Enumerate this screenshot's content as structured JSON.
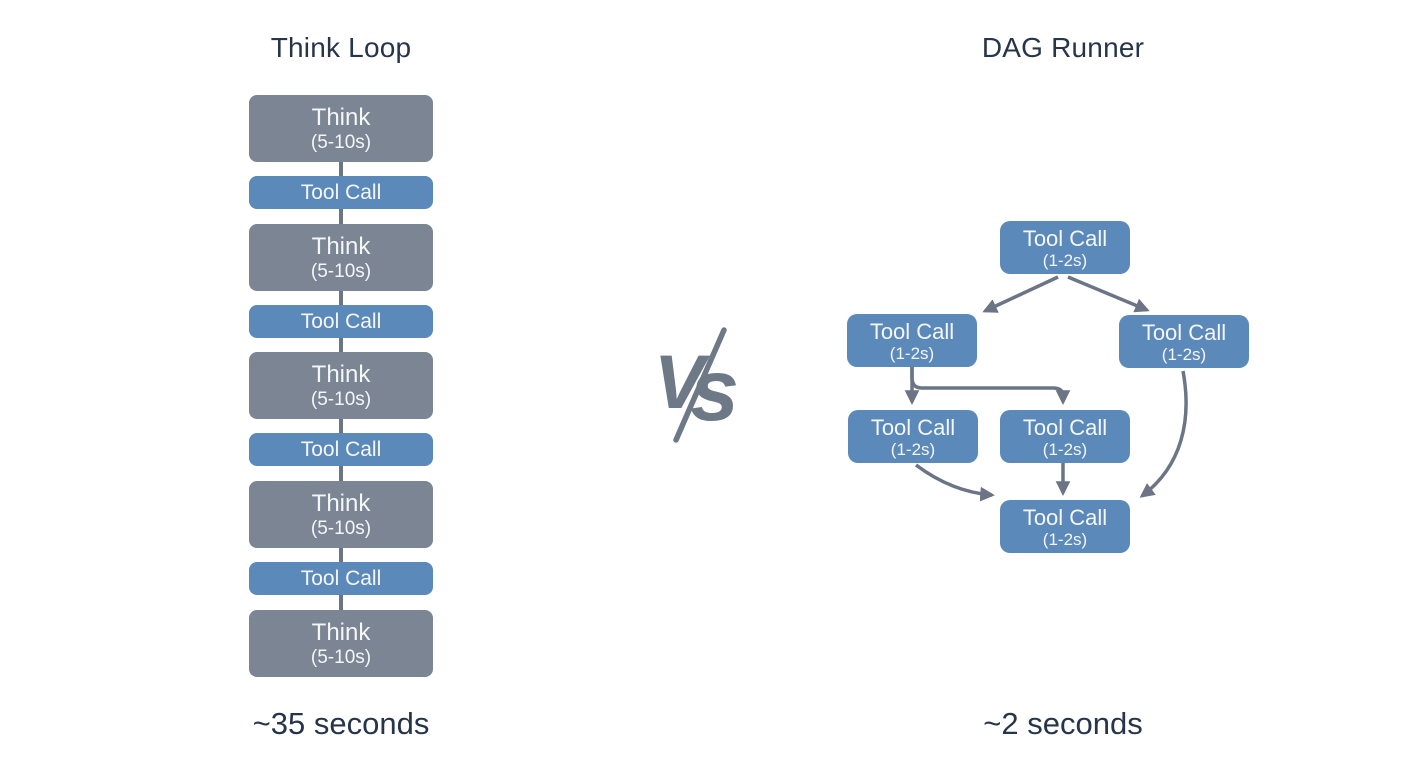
{
  "colors": {
    "background": "#ffffff",
    "think_box": "#7b8594",
    "tool_box": "#5b89ba",
    "edge": "#6b7585",
    "dark_text": "#26354a",
    "box_text": "#f4f6f8"
  },
  "left": {
    "title": "Think Loop",
    "total": "~35 seconds",
    "sequence": [
      {
        "label": "Think",
        "sub": "(5-10s)"
      },
      {
        "label": "Tool Call"
      },
      {
        "label": "Think",
        "sub": "(5-10s)"
      },
      {
        "label": "Tool Call"
      },
      {
        "label": "Think",
        "sub": "(5-10s)"
      },
      {
        "label": "Tool Call"
      },
      {
        "label": "Think",
        "sub": "(5-10s)"
      },
      {
        "label": "Tool Call"
      },
      {
        "label": "Think",
        "sub": "(5-10s)"
      }
    ]
  },
  "versus": {
    "letter_v": "V",
    "letter_s": "s"
  },
  "right": {
    "title": "DAG Runner",
    "total": "~2 seconds",
    "nodes": [
      {
        "label": "Tool Call",
        "sub": "(1-2s)"
      },
      {
        "label": "Tool Call",
        "sub": "(1-2s)"
      },
      {
        "label": "Tool Call",
        "sub": "(1-2s)"
      },
      {
        "label": "Tool Call",
        "sub": "(1-2s)"
      },
      {
        "label": "Tool Call",
        "sub": "(1-2s)"
      },
      {
        "label": "Tool Call",
        "sub": "(1-2s)"
      }
    ],
    "edges": [
      {
        "from": 0,
        "to": 1
      },
      {
        "from": 0,
        "to": 2
      },
      {
        "from": 1,
        "to": 3
      },
      {
        "from": 1,
        "to": 4
      },
      {
        "from": 3,
        "to": 5
      },
      {
        "from": 4,
        "to": 5
      },
      {
        "from": 2,
        "to": 5
      }
    ]
  }
}
